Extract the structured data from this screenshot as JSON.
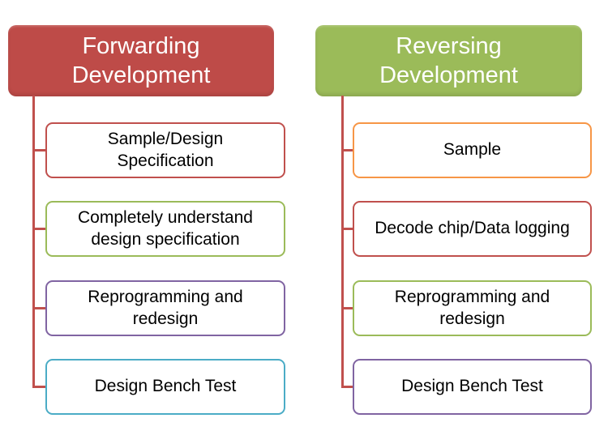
{
  "canvas": {
    "background": "#ffffff"
  },
  "trees": [
    {
      "id": "forwarding",
      "header": {
        "label": "Forwarding\nDevelopment",
        "fill": "#BE4B48",
        "text_color": "#FFFFFF"
      },
      "connector_color": "#C0504D",
      "children": [
        {
          "label": "Sample/Design\nSpecification",
          "border": "#C0504D",
          "fill": "#FFFFFF"
        },
        {
          "label": "Completely understand\ndesign specification",
          "border": "#9BBB59",
          "fill": "#FFFFFF"
        },
        {
          "label": "Reprogramming and\nredesign",
          "border": "#8064A2",
          "fill": "#FFFFFF"
        },
        {
          "label": "Design Bench Test",
          "border": "#4BACC6",
          "fill": "#FFFFFF"
        }
      ]
    },
    {
      "id": "reversing",
      "header": {
        "label": "Reversing\nDevelopment",
        "fill": "#9BBB59",
        "text_color": "#FFFFFF"
      },
      "connector_color": "#C0504D",
      "children": [
        {
          "label": "Sample",
          "border": "#F79646",
          "fill": "#FFFFFF"
        },
        {
          "label": "Decode chip/Data logging",
          "border": "#C0504D",
          "fill": "#FFFFFF"
        },
        {
          "label": "Reprogramming and\nredesign",
          "border": "#9BBB59",
          "fill": "#FFFFFF"
        },
        {
          "label": "Design Bench Test",
          "border": "#8064A2",
          "fill": "#FFFFFF"
        }
      ]
    }
  ]
}
